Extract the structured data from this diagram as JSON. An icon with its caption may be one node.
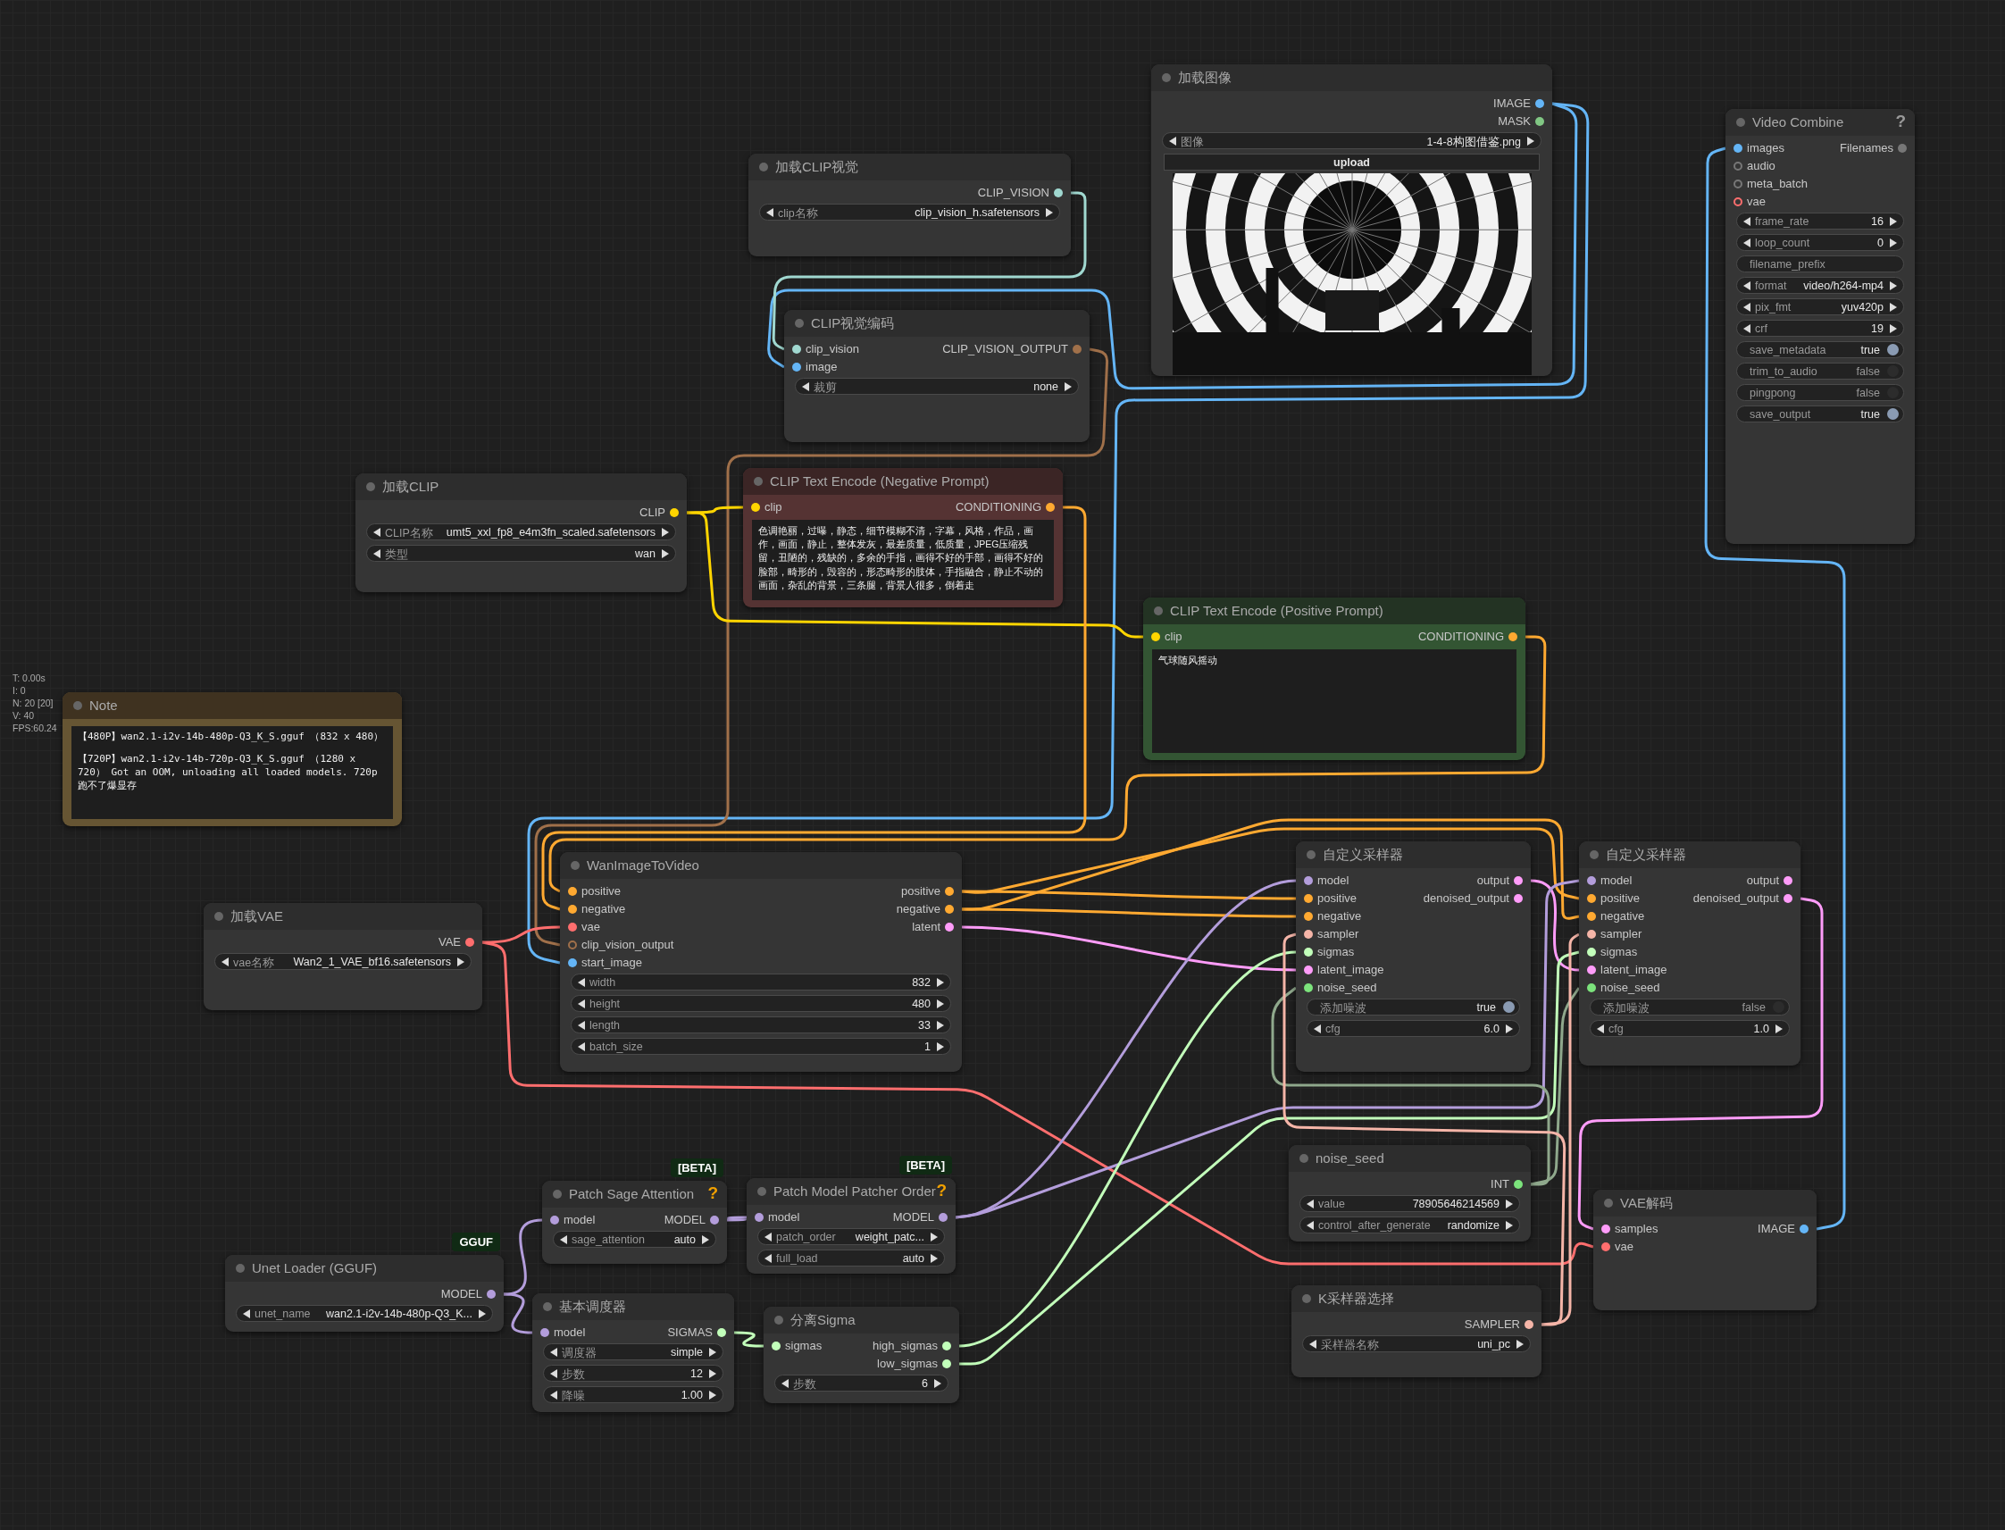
{
  "diagram": {
    "nodes": [
      {
        "text": [
          "加载图像",
          "IMAGE",
          "MASK",
          "图像",
          "1-4-8构图借鉴.png",
          "upload"
        ]
      },
      {
        "text": [
          "Video Combine",
          "?",
          "images",
          "Filenames",
          "audio",
          "meta_batch",
          "vae",
          "frame_rate",
          "16",
          "loop_count",
          "0",
          "filename_prefix",
          "format",
          "video/h264-mp4",
          "pix_fmt",
          "yuv420p",
          "crf",
          "19",
          "save_metadata",
          "true",
          "trim_to_audio",
          "false",
          "pingpong",
          "false",
          "save_output",
          "true"
        ]
      },
      {
        "text": [
          "加载CLIP视觉",
          "CLIP_VISION",
          "clip名称",
          "clip_vision_h.safetensors"
        ]
      },
      {
        "text": [
          "CLIP视觉编码",
          "clip_vision",
          "CLIP_VISION_OUTPUT",
          "image",
          "裁剪",
          "none"
        ]
      },
      {
        "text": [
          "加载CLIP",
          "CLIP",
          "CLIP名称",
          "umt5_xxl_fp8_e4m3fn_scaled.safetensors",
          "类型",
          "wan"
        ]
      },
      {
        "text": [
          "CLIP Text Encode (Negative Prompt)",
          "clip",
          "CONDITIONING",
          "色调艳丽，过曝，静态，细节模糊不清，字幕，风格，作品，画作，画面，静止，整体发灰，最差质量，低质量，JPEG压缩残留，丑陋的，残缺的，多余的手指，画得不好的手部，画得不好的脸部，畸形的，毁容的，形态畸形的肢体，手指融合，静止不动的画面，杂乱的背景，三条腿，背景人很多，倒着走"
        ]
      },
      {
        "text": [
          "CLIP Text Encode (Positive Prompt)",
          "clip",
          "CONDITIONING",
          "气球随风摇动"
        ]
      },
      {
        "text": [
          "Note",
          "【480P】wan2.1-i2v-14b-480p-Q3_K_S.gguf （832 x 480）",
          "【720P】wan2.1-i2v-14b-720p-Q3_K_S.gguf （1280 x 720） Got an OOM, unloading all loaded models. 720p跑不了爆显存"
        ]
      },
      {
        "text": [
          "WanImageToVideo",
          "positive",
          "positive",
          "negative",
          "negative",
          "vae",
          "latent",
          "clip_vision_output",
          "start_image",
          "width",
          "832",
          "height",
          "480",
          "length",
          "33",
          "batch_size",
          "1"
        ]
      },
      {
        "text": [
          "加载VAE",
          "VAE",
          "vae名称",
          "Wan2_1_VAE_bf16.safetensors"
        ]
      },
      {
        "text": [
          "自定义采样器",
          "model",
          "output",
          "positive",
          "denoised_output",
          "negative",
          "sampler",
          "sigmas",
          "latent_image",
          "noise_seed",
          "添加噪波",
          "true",
          "cfg",
          "6.0"
        ]
      },
      {
        "text": [
          "自定义采样器",
          "model",
          "output",
          "positive",
          "denoised_output",
          "negative",
          "sampler",
          "sigmas",
          "latent_image",
          "noise_seed",
          "添加噪波",
          "false",
          "cfg",
          "1.0"
        ]
      },
      {
        "text": [
          "noise_seed",
          "INT",
          "value",
          "78905646214569",
          "control_after_generate",
          "randomize"
        ]
      },
      {
        "text": [
          "Patch Sage Attention",
          "?",
          "model",
          "MODEL",
          "sage_attention",
          "auto"
        ],
        "beside": [
          "[BETA]"
        ]
      },
      {
        "text": [
          "Patch Model Patcher Order",
          "?",
          "model",
          "MODEL",
          "patch_order",
          "weight_patc...",
          "full_load",
          "auto"
        ],
        "beside": [
          "[BETA]"
        ]
      },
      {
        "text": [
          "VAE解码",
          "samples",
          "IMAGE",
          "vae"
        ]
      },
      {
        "text": [
          "Unet Loader (GGUF)",
          "MODEL",
          "unet_name",
          "wan2.1-i2v-14b-480p-Q3_K..."
        ],
        "beside": [
          "GGUF"
        ]
      },
      {
        "text": [
          "K采样器选择",
          "SAMPLER",
          "采样器名称",
          "uni_pc"
        ]
      },
      {
        "text": [
          "基本调度器",
          "model",
          "SIGMAS",
          "调度器",
          "simple",
          "步数",
          "12",
          "降噪",
          "1.00"
        ]
      },
      {
        "text": [
          "分离Sigma",
          "sigmas",
          "high_sigmas",
          "low_sigmas",
          "步数",
          "6"
        ]
      }
    ],
    "edges": [
      {
        "from": 0,
        "to": 3,
        "arrow": "none",
        "color": "#64b5f6"
      },
      {
        "from": 0,
        "to": 8,
        "arrow": "none",
        "color": "#64b5f6"
      },
      {
        "from": 2,
        "to": 3,
        "arrow": "none",
        "color": "#a0d8d0"
      },
      {
        "from": 3,
        "to": 8,
        "arrow": "none",
        "color": "#a0704a"
      },
      {
        "from": 4,
        "to": 5,
        "arrow": "none",
        "color": "#ffd500"
      },
      {
        "from": 4,
        "to": 6,
        "arrow": "none",
        "color": "#ffd500"
      },
      {
        "from": 5,
        "to": 8,
        "arrow": "none"
      },
      {
        "from": 6,
        "to": 8,
        "arrow": "none"
      },
      {
        "from": 9,
        "to": 8,
        "arrow": "none",
        "color": "#ff6e6e"
      },
      {
        "from": 9,
        "to": 15,
        "arrow": "none",
        "color": "#ff6e6e"
      },
      {
        "from": 8,
        "to": 10,
        "arrow": "none"
      },
      {
        "from": 8,
        "to": 11,
        "arrow": "none"
      },
      {
        "from": 8,
        "to": 10,
        "arrow": "none"
      },
      {
        "from": 8,
        "to": 11,
        "arrow": "none"
      },
      {
        "from": 8,
        "to": 10,
        "arrow": "none",
        "color": "#ff9cf9"
      },
      {
        "from": 10,
        "to": 11,
        "arrow": "none",
        "color": "#ff9cf9"
      },
      {
        "from": 11,
        "to": 15,
        "arrow": "none",
        "color": "#ff9cf9"
      },
      {
        "from": 15,
        "to": 1,
        "arrow": "none",
        "color": "#64b5f6"
      },
      {
        "from": 16,
        "to": 13,
        "arrow": "none",
        "color": "#b39ddb"
      },
      {
        "from": 16,
        "to": 18,
        "arrow": "none",
        "color": "#b39ddb"
      },
      {
        "from": 13,
        "to": 14,
        "arrow": "none",
        "color": "#b39ddb"
      },
      {
        "from": 14,
        "to": 10,
        "arrow": "none",
        "color": "#b39ddb"
      },
      {
        "from": 14,
        "to": 11,
        "arrow": "none",
        "color": "#b39ddb"
      },
      {
        "from": 18,
        "to": 19,
        "arrow": "none",
        "color": "#c2ffba"
      },
      {
        "from": 19,
        "to": 10,
        "arrow": "none",
        "color": "#c2ffba"
      },
      {
        "from": 19,
        "to": 11,
        "arrow": "none",
        "color": "#c2ffba"
      },
      {
        "from": 12,
        "to": 10,
        "arrow": "none",
        "color": "#8fa88c"
      },
      {
        "from": 12,
        "to": 11,
        "arrow": "none",
        "color": "#8fa88c"
      },
      {
        "from": 17,
        "to": 10,
        "arrow": "none",
        "color": "#f5b5a8"
      },
      {
        "from": 17,
        "to": 11,
        "arrow": "none",
        "color": "#f5b5a8"
      }
    ],
    "labels": [
      "T: 0.00s",
      "I: 0",
      "N: 20 [20]",
      "V: 40",
      "FPS:60.24"
    ]
  }
}
